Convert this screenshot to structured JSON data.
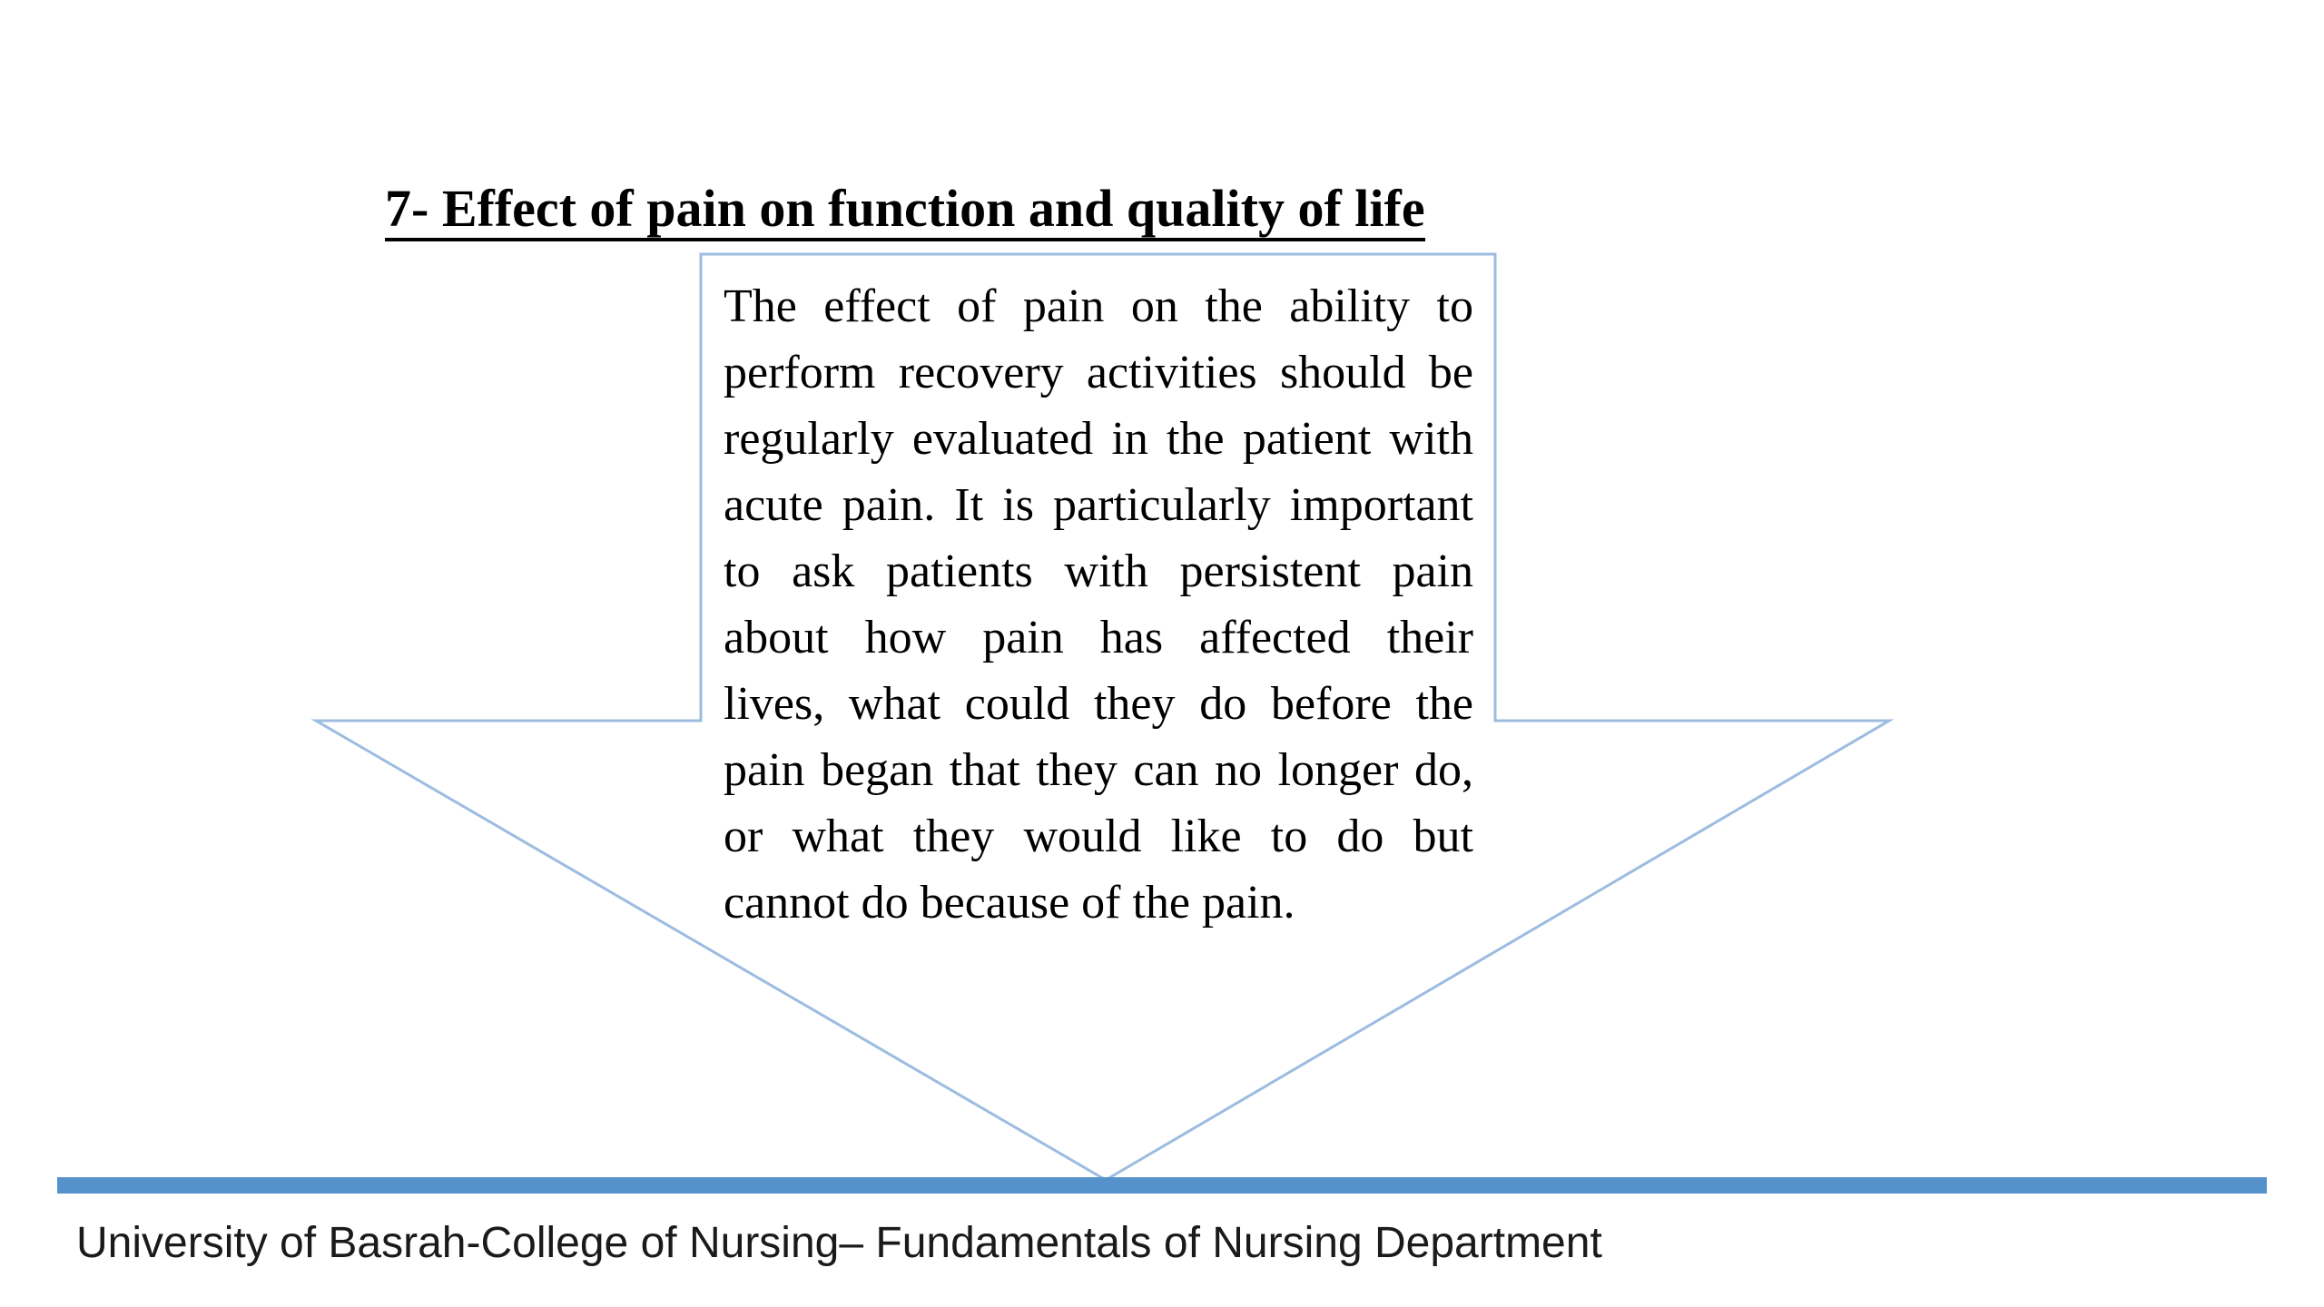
{
  "page": {
    "background": "#FFFFFF"
  },
  "heading": {
    "text": "7- Effect of pain on function and quality of life"
  },
  "callout": {
    "shape": "down-arrow-callout",
    "outline_color": "#9CBCE0",
    "text_color": "#000000",
    "lines": [
      "The effect of pain on the ability to",
      "perform recovery activities should be",
      "regularly evaluated in the patient with",
      "acute pain. It is particularly important",
      "to ask patients with persistent pain",
      "about how pain has affected their",
      "lives, what could they do before the",
      "pain began that they can no longer do,",
      "or what they would like to do but",
      "cannot do because of the pain."
    ]
  },
  "footer": {
    "divider_color": "#5592CC",
    "text": "University of Basrah-College of Nursing– Fundamentals of Nursing Department",
    "text_color": "#1A1A1A"
  }
}
